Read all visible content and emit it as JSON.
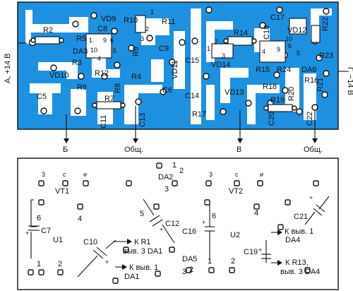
{
  "top_board": {
    "edge_left": "А, +14 В",
    "edge_right": "Г, −14 В",
    "bottom_terminals": [
      "Б",
      "Общ.",
      "В",
      "Общ."
    ],
    "labels": [
      "R2",
      "R5",
      "DA3",
      "R3",
      "VD10",
      "C5",
      "C8",
      "VD9",
      "R10",
      "R11",
      "R9",
      "C9",
      "R12",
      "R4",
      "R6",
      "R8",
      "R7",
      "C11",
      "C13",
      "C6",
      "VD11",
      "C15",
      "R14",
      "VD14",
      "R15",
      "C18",
      "C14",
      "VD13",
      "R17",
      "R18",
      "R19",
      "C20",
      "R20",
      "R21",
      "C22",
      "C17",
      "VD12",
      "R22",
      "R23",
      "DA6",
      "R24",
      "R16",
      "1",
      "4",
      "5",
      "6",
      "9",
      "10",
      "1",
      "2",
      "3",
      "1",
      "2",
      "3",
      "10",
      "9",
      "6",
      "4",
      "5"
    ]
  },
  "bottom_board": {
    "labels": [
      "3",
      "c",
      "и",
      "VT1",
      "1",
      "DA2",
      "2",
      "3",
      "3",
      "c",
      "и",
      "VT2",
      "6",
      "C7",
      "U1",
      "4",
      "5",
      "6",
      "4",
      "C10",
      "C12",
      "C16",
      "U2",
      "C21",
      "DA5",
      "1",
      "2",
      "1",
      "2",
      "3",
      "2",
      "C19",
      "+",
      "+",
      "+",
      "+",
      "+",
      "+"
    ],
    "notes": [
      "К R1",
      "выв. 3 DA1",
      "К выв. 1",
      "DA1",
      "К выв. 1",
      "DA4",
      "К R13,",
      "выв. 3 DA4"
    ]
  }
}
